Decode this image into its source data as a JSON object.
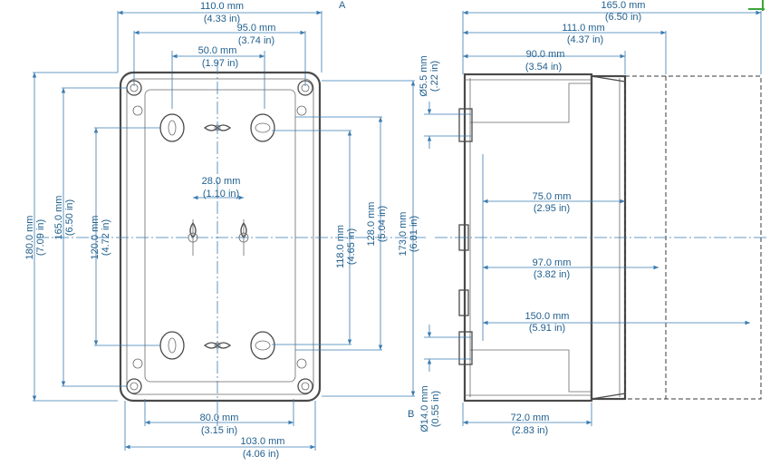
{
  "corner_marker_color": "#3aa63a",
  "line_color": "#3a7bb0",
  "text_color": "#1f5e8c",
  "front_view": {
    "section_marker_a": "A",
    "dim_overall_width": {
      "mm": "110.0 mm",
      "in": "(4.33 in)"
    },
    "dim_inner_width": {
      "mm": "95.0 mm",
      "in": "(3.74 in)"
    },
    "dim_slot_spacing": {
      "mm": "50.0 mm",
      "in": "(1.97 in)"
    },
    "dim_center_spacing": {
      "mm": "28.0 mm",
      "in": "(1.10 in)"
    },
    "dim_overall_height": {
      "mm": "180.0 mm",
      "in": "(7.09 in)"
    },
    "dim_inner_height": {
      "mm": "165.0 mm",
      "in": "(6.50 in)"
    },
    "dim_slot_height": {
      "mm": "120.0 mm",
      "in": "(4.72 in)"
    },
    "dim_right_118": {
      "mm": "118.0 mm",
      "in": "(4.65 in)"
    },
    "dim_right_128": {
      "mm": "128.0 mm",
      "in": "(5.04 in)"
    },
    "dim_right_173": {
      "mm": "173.0 mm",
      "in": "(6.81 in)"
    },
    "dim_bottom_80": {
      "mm": "80.0 mm",
      "in": "(3.15 in)"
    },
    "dim_bottom_103": {
      "mm": "103.0 mm",
      "in": "(4.06 in)"
    }
  },
  "side_view": {
    "section_marker_b": "B",
    "dim_total_depth": {
      "mm": "165.0 mm",
      "in": "(6.50 in)"
    },
    "dim_depth_111": {
      "mm": "111.0 mm",
      "in": "(4.37 in)"
    },
    "dim_depth_90": {
      "mm": "90.0 mm",
      "in": "(3.54 in)"
    },
    "dim_hole_diameter": {
      "mm": "Ø5.5 mm",
      "in": "(.22 in)"
    },
    "dim_inner_75": {
      "mm": "75.0 mm",
      "in": "(2.95 in)"
    },
    "dim_inner_97": {
      "mm": "97.0 mm",
      "in": "(3.82 in)"
    },
    "dim_inner_150": {
      "mm": "150.0 mm",
      "in": "(5.91 in)"
    },
    "dim_gland_diameter": {
      "mm": "Ø14.0 mm",
      "in": "(0.55 in)"
    },
    "dim_bottom_72": {
      "mm": "72.0 mm",
      "in": "(2.83 in)"
    }
  }
}
